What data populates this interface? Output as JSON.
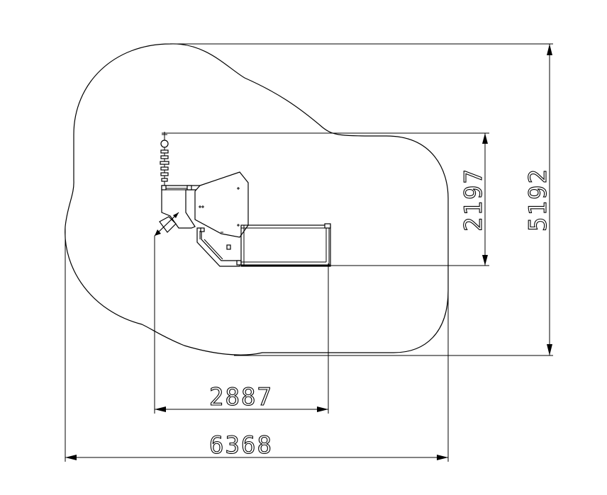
{
  "dimensions": {
    "overall_width": "6368",
    "overall_depth": "5192",
    "equipment_width": "2887",
    "equipment_depth": "2197"
  },
  "colors": {
    "line": "#000000",
    "background": "#ffffff"
  }
}
